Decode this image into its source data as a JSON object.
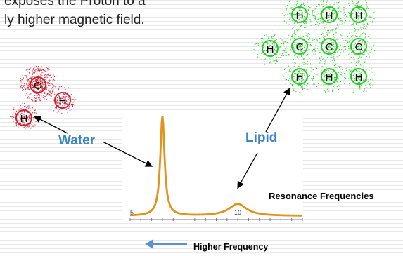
{
  "caption": {
    "line1": "exposes the Proton to a",
    "line2": "ly higher magnetic field."
  },
  "labels": {
    "water": "Water",
    "lipid": "Lipid",
    "resonance": "Resonance Frequencies",
    "higher_frequency": "Higher Frequency"
  },
  "water_molecule": {
    "atoms": [
      "O",
      "H",
      "H"
    ]
  },
  "lipid_molecule": {
    "top_row": [
      "H",
      "H",
      "H"
    ],
    "middle_row": [
      "H",
      "C",
      "C",
      "C"
    ],
    "bottom_row": [
      "H",
      "H",
      "H"
    ]
  },
  "chart_data": {
    "type": "line",
    "tick_labels": [
      "5",
      "10"
    ],
    "x_ticks": [
      5,
      10
    ],
    "xlim": [
      5,
      13
    ],
    "peaks": [
      {
        "name": "Water",
        "x": 6.5,
        "height": 1.0
      },
      {
        "name": "Lipid",
        "x": 10.0,
        "height": 0.12
      }
    ]
  },
  "colors": {
    "curve": "#e3921c",
    "accent": "#3b84c4",
    "water_atoms": "#cc2233",
    "lipid_atoms": "#22cc22",
    "arrow": "#5a8fd8"
  }
}
